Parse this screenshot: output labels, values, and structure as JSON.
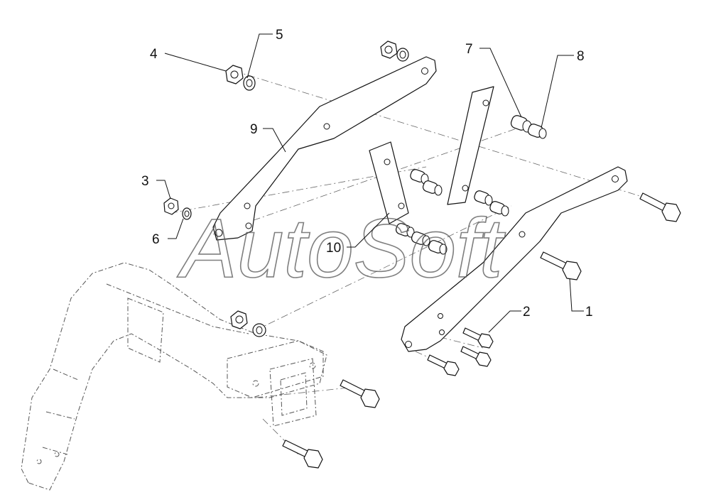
{
  "watermark": "AutoSoft",
  "callouts": {
    "c1": "1",
    "c2": "2",
    "c3": "3",
    "c4": "4",
    "c5": "5",
    "c6": "6",
    "c7": "7",
    "c8": "8",
    "c9": "9",
    "c10": "10"
  },
  "colors": {
    "line": "#111111",
    "ghost": "#555555",
    "background": "#ffffff"
  }
}
